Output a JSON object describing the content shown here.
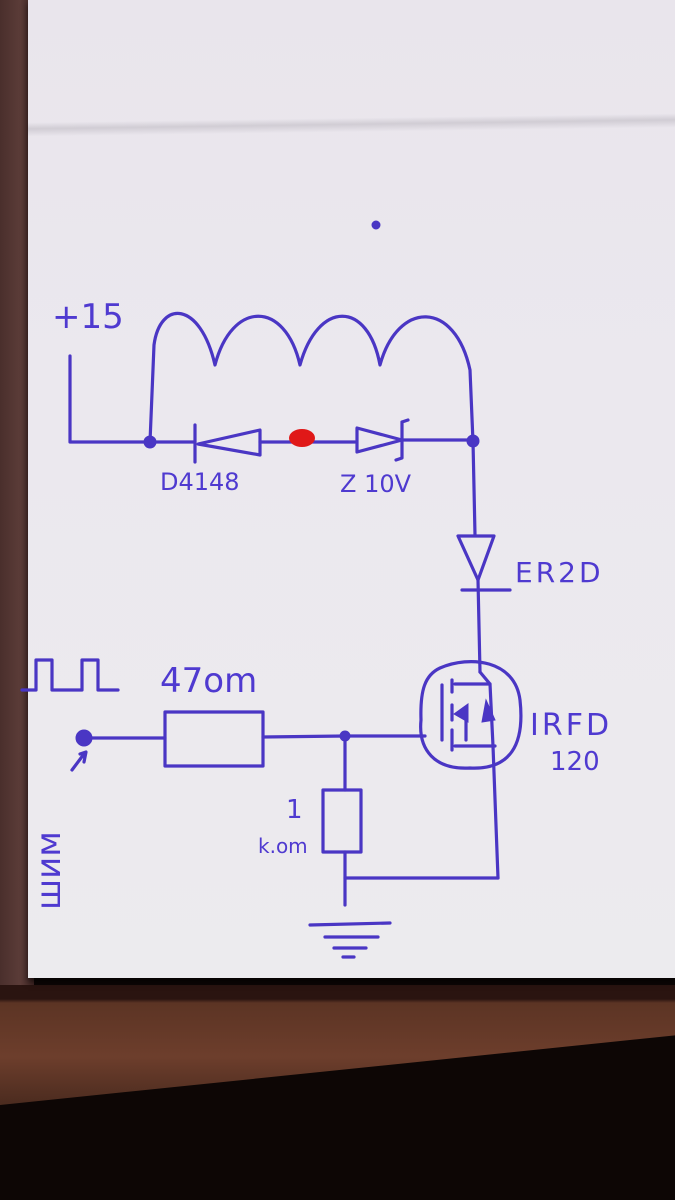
{
  "diagram": {
    "type": "hand-drawn circuit schematic",
    "ink_color": "#4a36c4",
    "marker_color": "#e01818",
    "labels": {
      "supply": "+15",
      "diode_fast": "D4148",
      "zener": "Z 10V",
      "diode_series": "ER2D",
      "gate_resistor": "47om",
      "pulldown_value": "1",
      "pulldown_unit": "k.om",
      "mosfet_line1": "IRFD",
      "mosfet_line2": "120",
      "pwm_label": "шим",
      "pwm_waveform": "ᒧᒪᒧ"
    },
    "components": [
      {
        "id": "coil",
        "kind": "inductor",
        "turns": 4
      },
      {
        "id": "d1",
        "kind": "diode",
        "label": "D4148"
      },
      {
        "id": "dz",
        "kind": "zener-diode",
        "label": "Z 10V"
      },
      {
        "id": "d2",
        "kind": "diode",
        "label": "ER2D"
      },
      {
        "id": "r1",
        "kind": "resistor",
        "label": "47om"
      },
      {
        "id": "r2",
        "kind": "resistor",
        "label": "1 k.om"
      },
      {
        "id": "q1",
        "kind": "n-channel-mosfet",
        "label": "IRFD 120"
      },
      {
        "id": "gnd",
        "kind": "ground"
      },
      {
        "id": "in",
        "kind": "pwm-input",
        "label": "шим"
      }
    ]
  }
}
